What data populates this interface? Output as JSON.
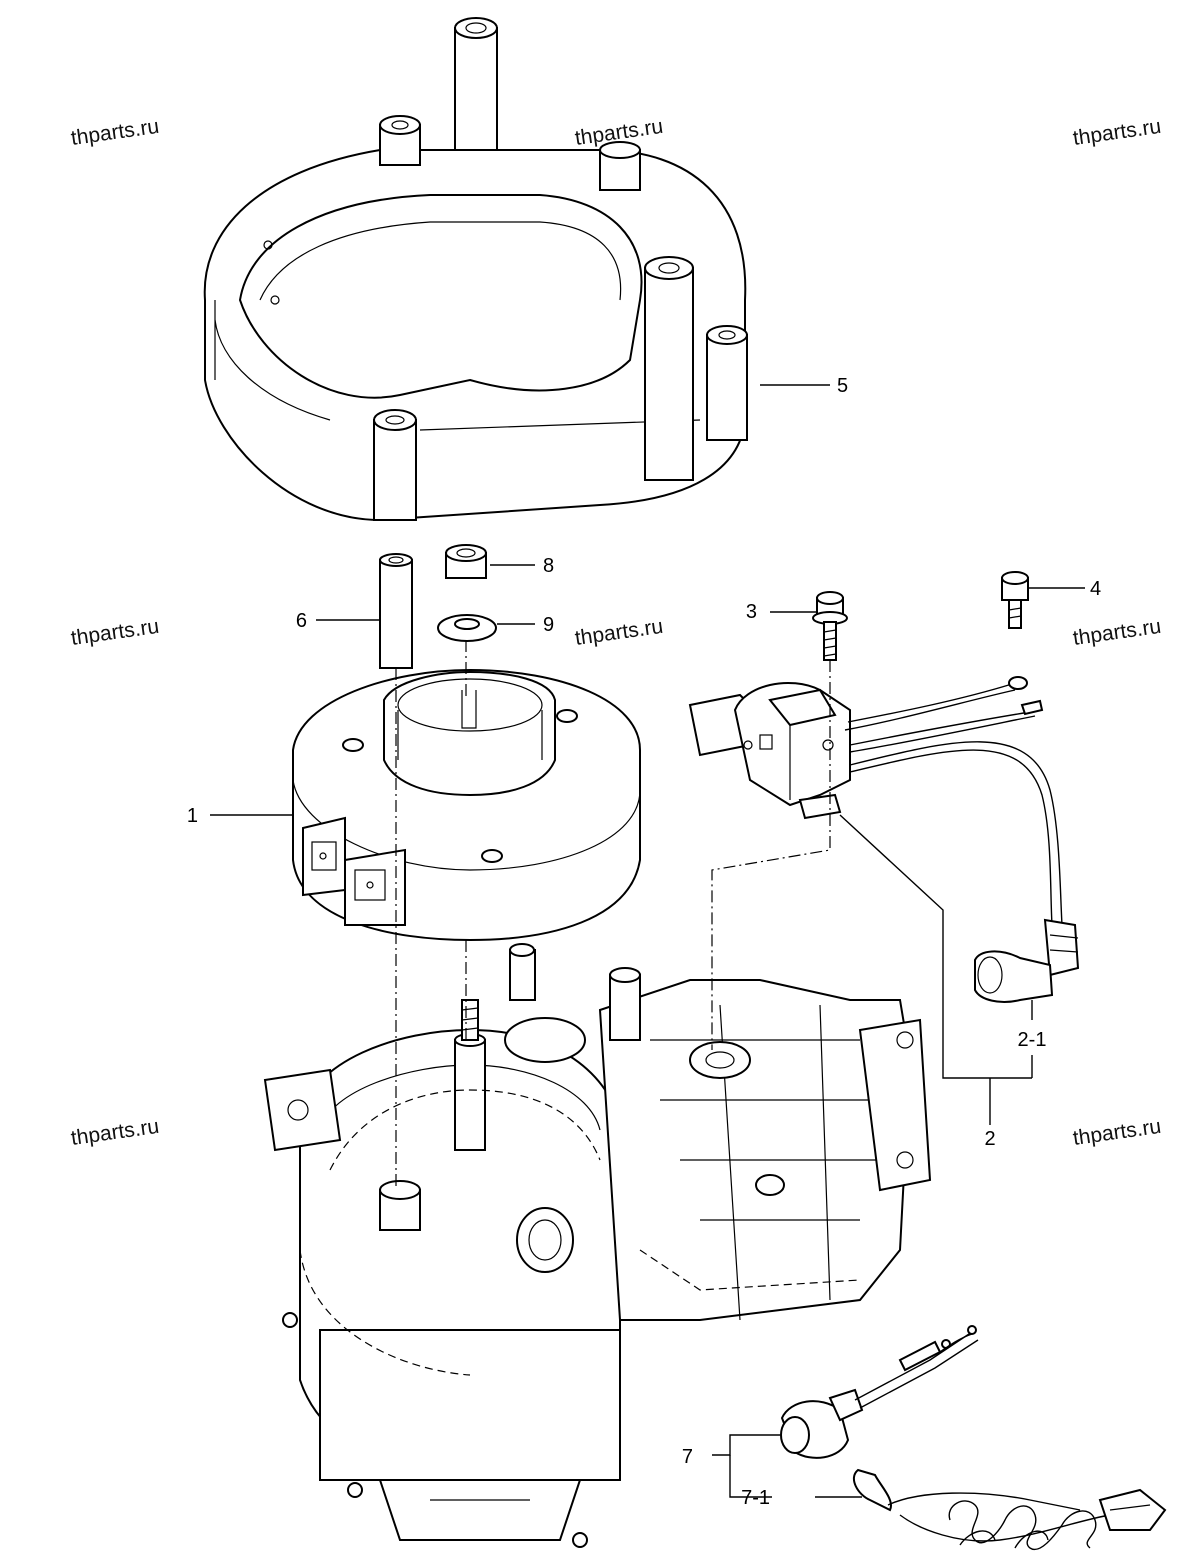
{
  "watermark": "thparts.ru",
  "callouts": {
    "c1": "1",
    "c2": "2",
    "c2_1": "2-1",
    "c3": "3",
    "c4": "4",
    "c5": "5",
    "c6": "6",
    "c7": "7",
    "c7_1": "7-1",
    "c8": "8",
    "c9": "9"
  }
}
